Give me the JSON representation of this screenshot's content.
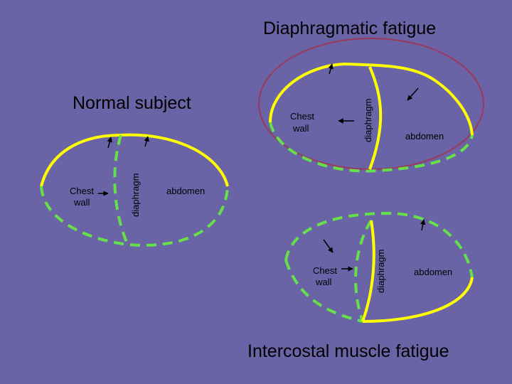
{
  "titles": {
    "diaphragmatic_fatigue": "Diaphragmatic fatigue",
    "normal_subject": "Normal subject",
    "intercostal_fatigue": "Intercostal muscle fatigue"
  },
  "labels": {
    "chest_wall_line1": "Chest",
    "chest_wall_line2": "wall",
    "diaphragm": "diaphragm",
    "abdomen": "abdomen"
  },
  "colors": {
    "background": "#6a63a6",
    "dashed_outline": "#66e04a",
    "solid_outline": "#ffff00",
    "highlight_ring": "#9a3a5a"
  }
}
